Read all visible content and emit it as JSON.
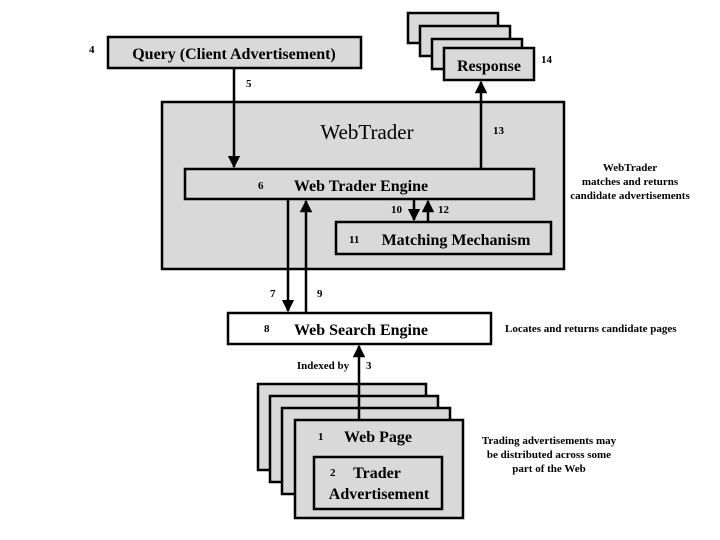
{
  "colors": {
    "box_fill": "#d9d9d9",
    "white_fill": "#ffffff",
    "line": "#000000"
  },
  "query": {
    "label": "Query (Client Advertisement)",
    "step": "4"
  },
  "response": {
    "label": "Response",
    "step": "14"
  },
  "webtrader": {
    "title": "WebTrader",
    "note_line1": "WebTrader",
    "note_line2": "matches and returns",
    "note_line3": "candidate advertisements"
  },
  "engine": {
    "label": "Web Trader Engine",
    "step": "6"
  },
  "matching": {
    "label": "Matching Mechanism",
    "step": "11"
  },
  "search_engine": {
    "label": "Web Search Engine",
    "step": "8",
    "note": "Locates and returns candidate pages"
  },
  "web_page": {
    "label": "Web Page",
    "step": "1"
  },
  "trader_ad": {
    "line1": "Trader",
    "line2": "Advertisement",
    "step": "2"
  },
  "distribution_note": {
    "line1": "Trading advertisements may",
    "line2": "be distributed across some",
    "line3": "part of the Web"
  },
  "edges": {
    "query_to_engine": "5",
    "engine_to_matching": "10",
    "matching_to_engine": "12",
    "engine_to_response": "13",
    "engine_to_search": "7",
    "search_to_engine": "9",
    "indexed_by_label": "Indexed by",
    "indexed_by_step": "3"
  }
}
